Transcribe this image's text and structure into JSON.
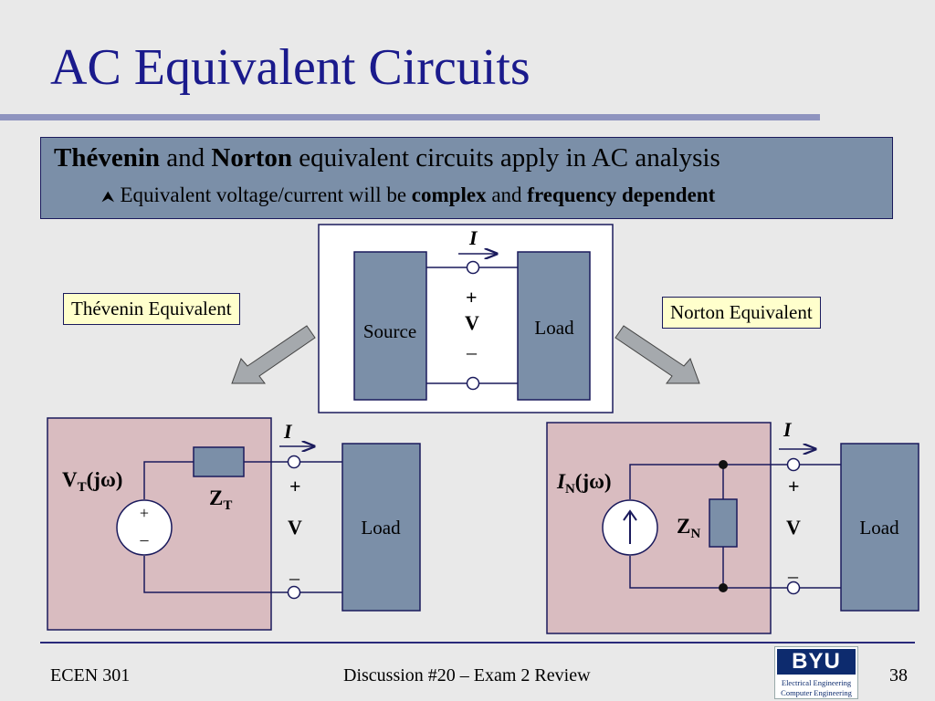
{
  "slide": {
    "title": "AC Equivalent Circuits",
    "bullet1": {
      "bold1": "Thévenin",
      "text1": " and ",
      "bold2": "Norton",
      "text2": " equivalent circuits apply in AC analysis"
    },
    "bullet2": {
      "text1": "Equivalent voltage/current will be ",
      "bold1": "complex",
      "text2": " and ",
      "bold2": "frequency dependent"
    }
  },
  "labels": {
    "thevenin": "Thévenin Equivalent",
    "norton": "Norton Equivalent"
  },
  "top_circuit": {
    "source": "Source",
    "load": "Load",
    "current": "I",
    "plus": "+",
    "voltage": "V",
    "minus": "–"
  },
  "thevenin_circuit": {
    "vt": "V",
    "vt_sub": "T",
    "vt_arg": "(jω)",
    "zt": "Z",
    "zt_sub": "T",
    "src_plus": "+",
    "src_minus": "–",
    "current": "I",
    "plus": "+",
    "voltage": "V",
    "minus": "–",
    "load": "Load"
  },
  "norton_circuit": {
    "in": "I",
    "in_sub": "N",
    "in_arg": "(jω)",
    "zn": "Z",
    "zn_sub": "N",
    "current": "I",
    "plus": "+",
    "voltage": "V",
    "minus": "–",
    "load": "Load"
  },
  "footer": {
    "course": "ECEN 301",
    "center": "Discussion #20 – Exam 2 Review",
    "page": "38",
    "logo_word": "BYU",
    "logo_line1": "Electrical Engineering",
    "logo_line2": "Computer Engineering"
  },
  "colors": {
    "title": "#1a1a8c",
    "box_blue": "#7b8fa8",
    "pink": "#d9bcc0",
    "label_yellow": "#ffffcc"
  }
}
